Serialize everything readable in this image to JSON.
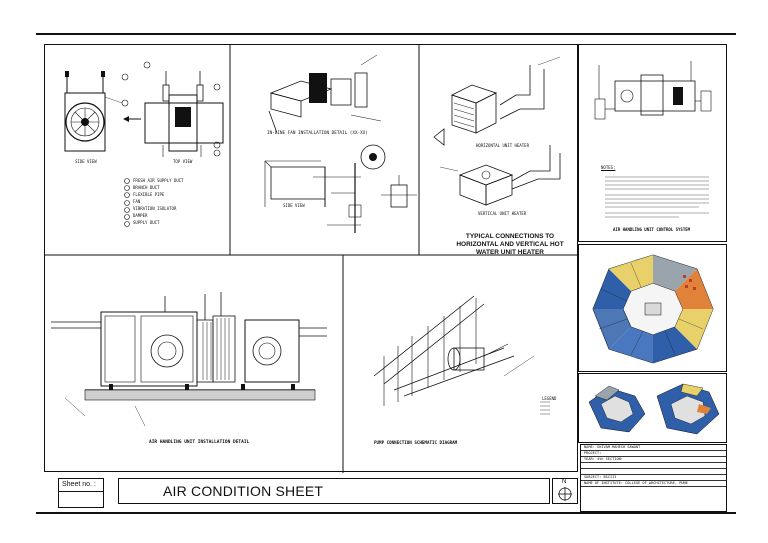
{
  "sheet": {
    "sheet_no_label": "Sheet no. :",
    "sheet_no_value": "",
    "title": "AIR CONDITION SHEET",
    "north_label": "N"
  },
  "panels": {
    "fan_unit": {
      "caption_left": "SIDE VIEW",
      "caption_right": "TOP VIEW",
      "legend": [
        "FRESH AIR SUPPLY DUCT",
        "BRANCH DUCT",
        "FLEXIBLE PIPE",
        "FAN",
        "VIBRATION ISOLATOR",
        "DAMPER",
        "SUPPLY DUCT"
      ]
    },
    "inline_fan": {
      "caption": "IN-LINE FAN INSTALLATION DETAIL (XX-XX)",
      "sub_caption": "SIDE VIEW"
    },
    "unit_heater": {
      "caption1": "TYPICAL CONNECTIONS TO HORIZONTAL AND VERTICAL HOT WATER UNIT HEATER",
      "label_a": "HORIZONTAL UNIT HEATER",
      "label_b": "VERTICAL UNIT HEATER"
    },
    "ahu_control": {
      "caption": "AIR HANDLING UNIT CONTROL SYSTEM",
      "notes_title": "NOTES:"
    },
    "ahu_install": {
      "caption": "AIR HANDLING UNIT INSTALLATION DETAIL"
    },
    "pump": {
      "caption": "PUMP CONNECTION SCHEMATIC DIAGRAM",
      "legend_title": "LEGEND"
    }
  },
  "title_block": {
    "rows": [
      "NAME: SHIVAM MAHESH SAWANT",
      "PROJECT:",
      "YEAR: 4th     SECTION:",
      "",
      "",
      "SUBJECT: BSCIII",
      "NAME OF INSTITUTE: COLLEGE OF ARCHITECTURE, PUNE"
    ]
  },
  "colors": {
    "line": "#111111",
    "blue": "#2f5fa8",
    "yellow": "#e8d06a",
    "orange": "#e0823a",
    "grey": "#9aa4ad"
  }
}
